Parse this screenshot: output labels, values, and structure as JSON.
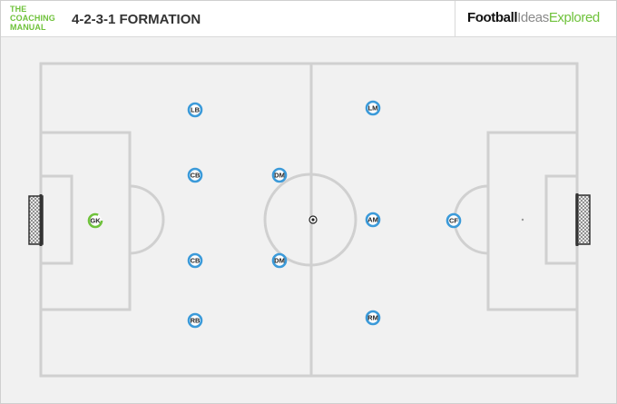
{
  "header": {
    "logo_lines": [
      "THE",
      "COACHING",
      "MANUAL"
    ],
    "title": "4-2-3-1 FORMATION",
    "brand": {
      "part1": "Football",
      "part2": "Ideas",
      "part3": "Explored"
    }
  },
  "colors": {
    "logo_green": "#6fc23b",
    "player_blue": "#3b9ad9",
    "line_gray": "#d0d0d0",
    "pitch_bg": "#f1f1f1"
  },
  "players": [
    {
      "label": "GK",
      "role": "goalkeeper"
    },
    {
      "label": "LB",
      "role": "outfield"
    },
    {
      "label": "CB",
      "role": "outfield"
    },
    {
      "label": "CB",
      "role": "outfield"
    },
    {
      "label": "RB",
      "role": "outfield"
    },
    {
      "label": "DM",
      "role": "outfield"
    },
    {
      "label": "DM",
      "role": "outfield"
    },
    {
      "label": "LM",
      "role": "outfield"
    },
    {
      "label": "AM",
      "role": "outfield"
    },
    {
      "label": "RM",
      "role": "outfield"
    },
    {
      "label": "CF",
      "role": "outfield"
    }
  ],
  "ball_icon": "soccer-ball-icon"
}
